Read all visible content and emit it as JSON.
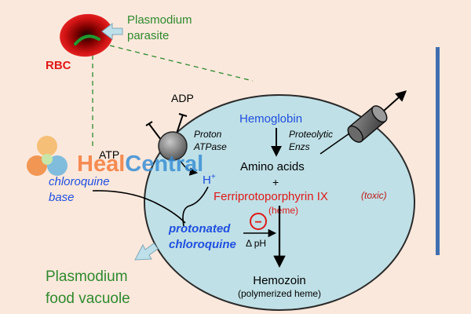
{
  "colors": {
    "background": "#fbe8dc",
    "vacuole_fill": "#bfe0e6",
    "rbc_red": "#d41414",
    "label_blue": "#1f4fe0",
    "label_red": "#e01818",
    "label_green": "#2e8a2e",
    "watermark_orange": "#f47b3a",
    "watermark_blue": "#3a8fd6"
  },
  "labels": {
    "plasmodium_parasite_line1": "Plasmodium",
    "plasmodium_parasite_line2": "parasite",
    "rbc": "RBC",
    "adp": "ADP",
    "atp": "ATP",
    "proton_atpase_line1": "Proton",
    "proton_atpase_line2": "ATPase",
    "hemoglobin": "Hemoglobin",
    "proteolytic_line1": "Proteolytic",
    "proteolytic_line2": "Enzs",
    "amino_acids": "Amino acids",
    "plus": "+",
    "ferriprotoporphyrin": "Ferriprotoporphyrin IX",
    "toxic": "(toxic)",
    "heme_paren": "(heme)",
    "h_plus": "H",
    "h_plus_sup": "+",
    "chloroquine_base_line1": "chloroquine",
    "chloroquine_base_line2": "base",
    "protonated_line1": "protonated",
    "protonated_line2": "chloroquine",
    "delta_ph": "Δ pH",
    "minus_sign": "−",
    "hemozoin": "Hemozoin",
    "polymerized_heme": "(polymerized heme)",
    "food_vacuole_line1": "Plasmodium",
    "food_vacuole_line2": "food vacuole"
  },
  "watermark": {
    "part1": "Heal",
    "part2": "Central"
  }
}
